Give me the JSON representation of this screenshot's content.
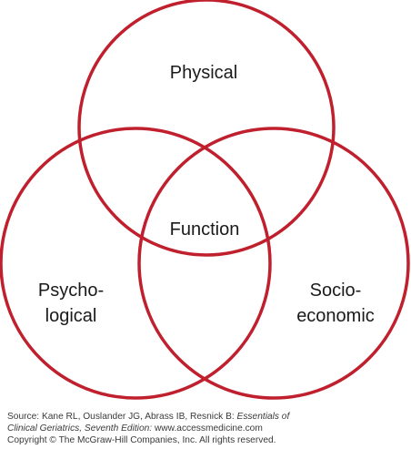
{
  "diagram": {
    "type": "venn",
    "circle_color": "#c0202e",
    "sets": [
      {
        "label_lines": [
          "Physical"
        ]
      },
      {
        "label_lines": [
          "Psycho-",
          "logical"
        ]
      },
      {
        "label_lines": [
          "Socio-",
          "economic"
        ]
      }
    ],
    "center_label": "Function"
  },
  "source": {
    "prefix": "Source: Kane RL, Ouslander JG, Abrass IB, Resnick B: ",
    "book_line1": "Essentials of",
    "book_line2": "Clinical Geriatrics, Seventh Edition:",
    "url": " www.accessmedicine.com"
  },
  "copyright": "Copyright © The McGraw-Hill Companies, Inc. All rights reserved."
}
